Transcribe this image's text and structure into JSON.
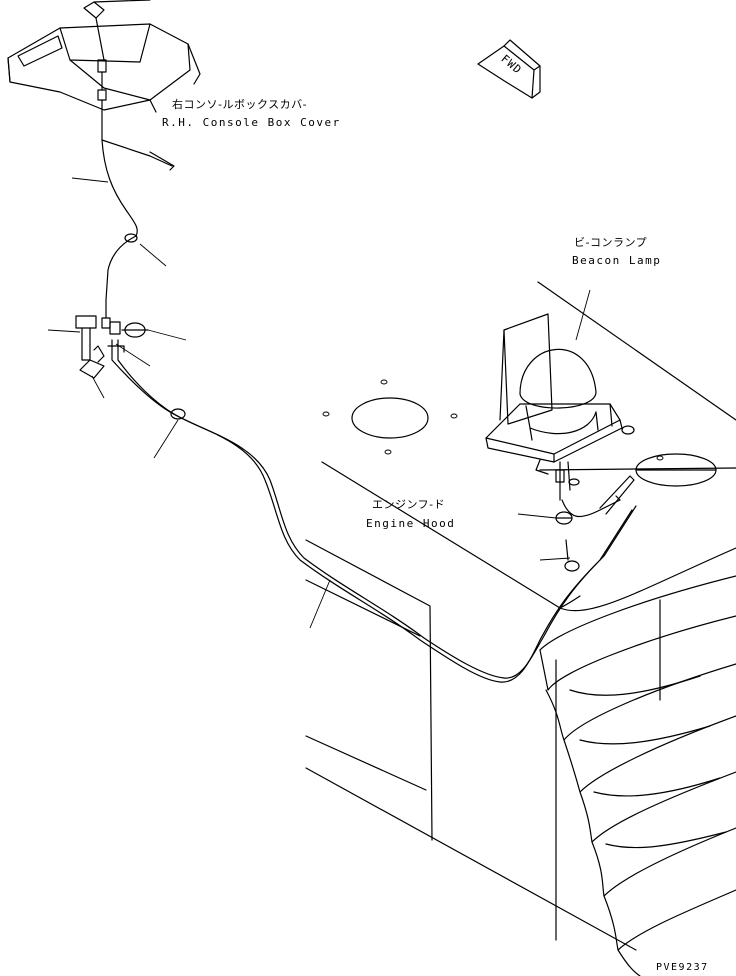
{
  "labels": {
    "console_jp": "右コンソ-ルボックスカバ-",
    "console_en": "R.H. Console Box Cover",
    "beacon_jp": "ビ-コンランプ",
    "beacon_en": "Beacon Lamp",
    "hood_jp": "エンジンフ-ド",
    "hood_en": "Engine Hood",
    "fwd": "FWD",
    "drawing_no": "PVE9237"
  }
}
